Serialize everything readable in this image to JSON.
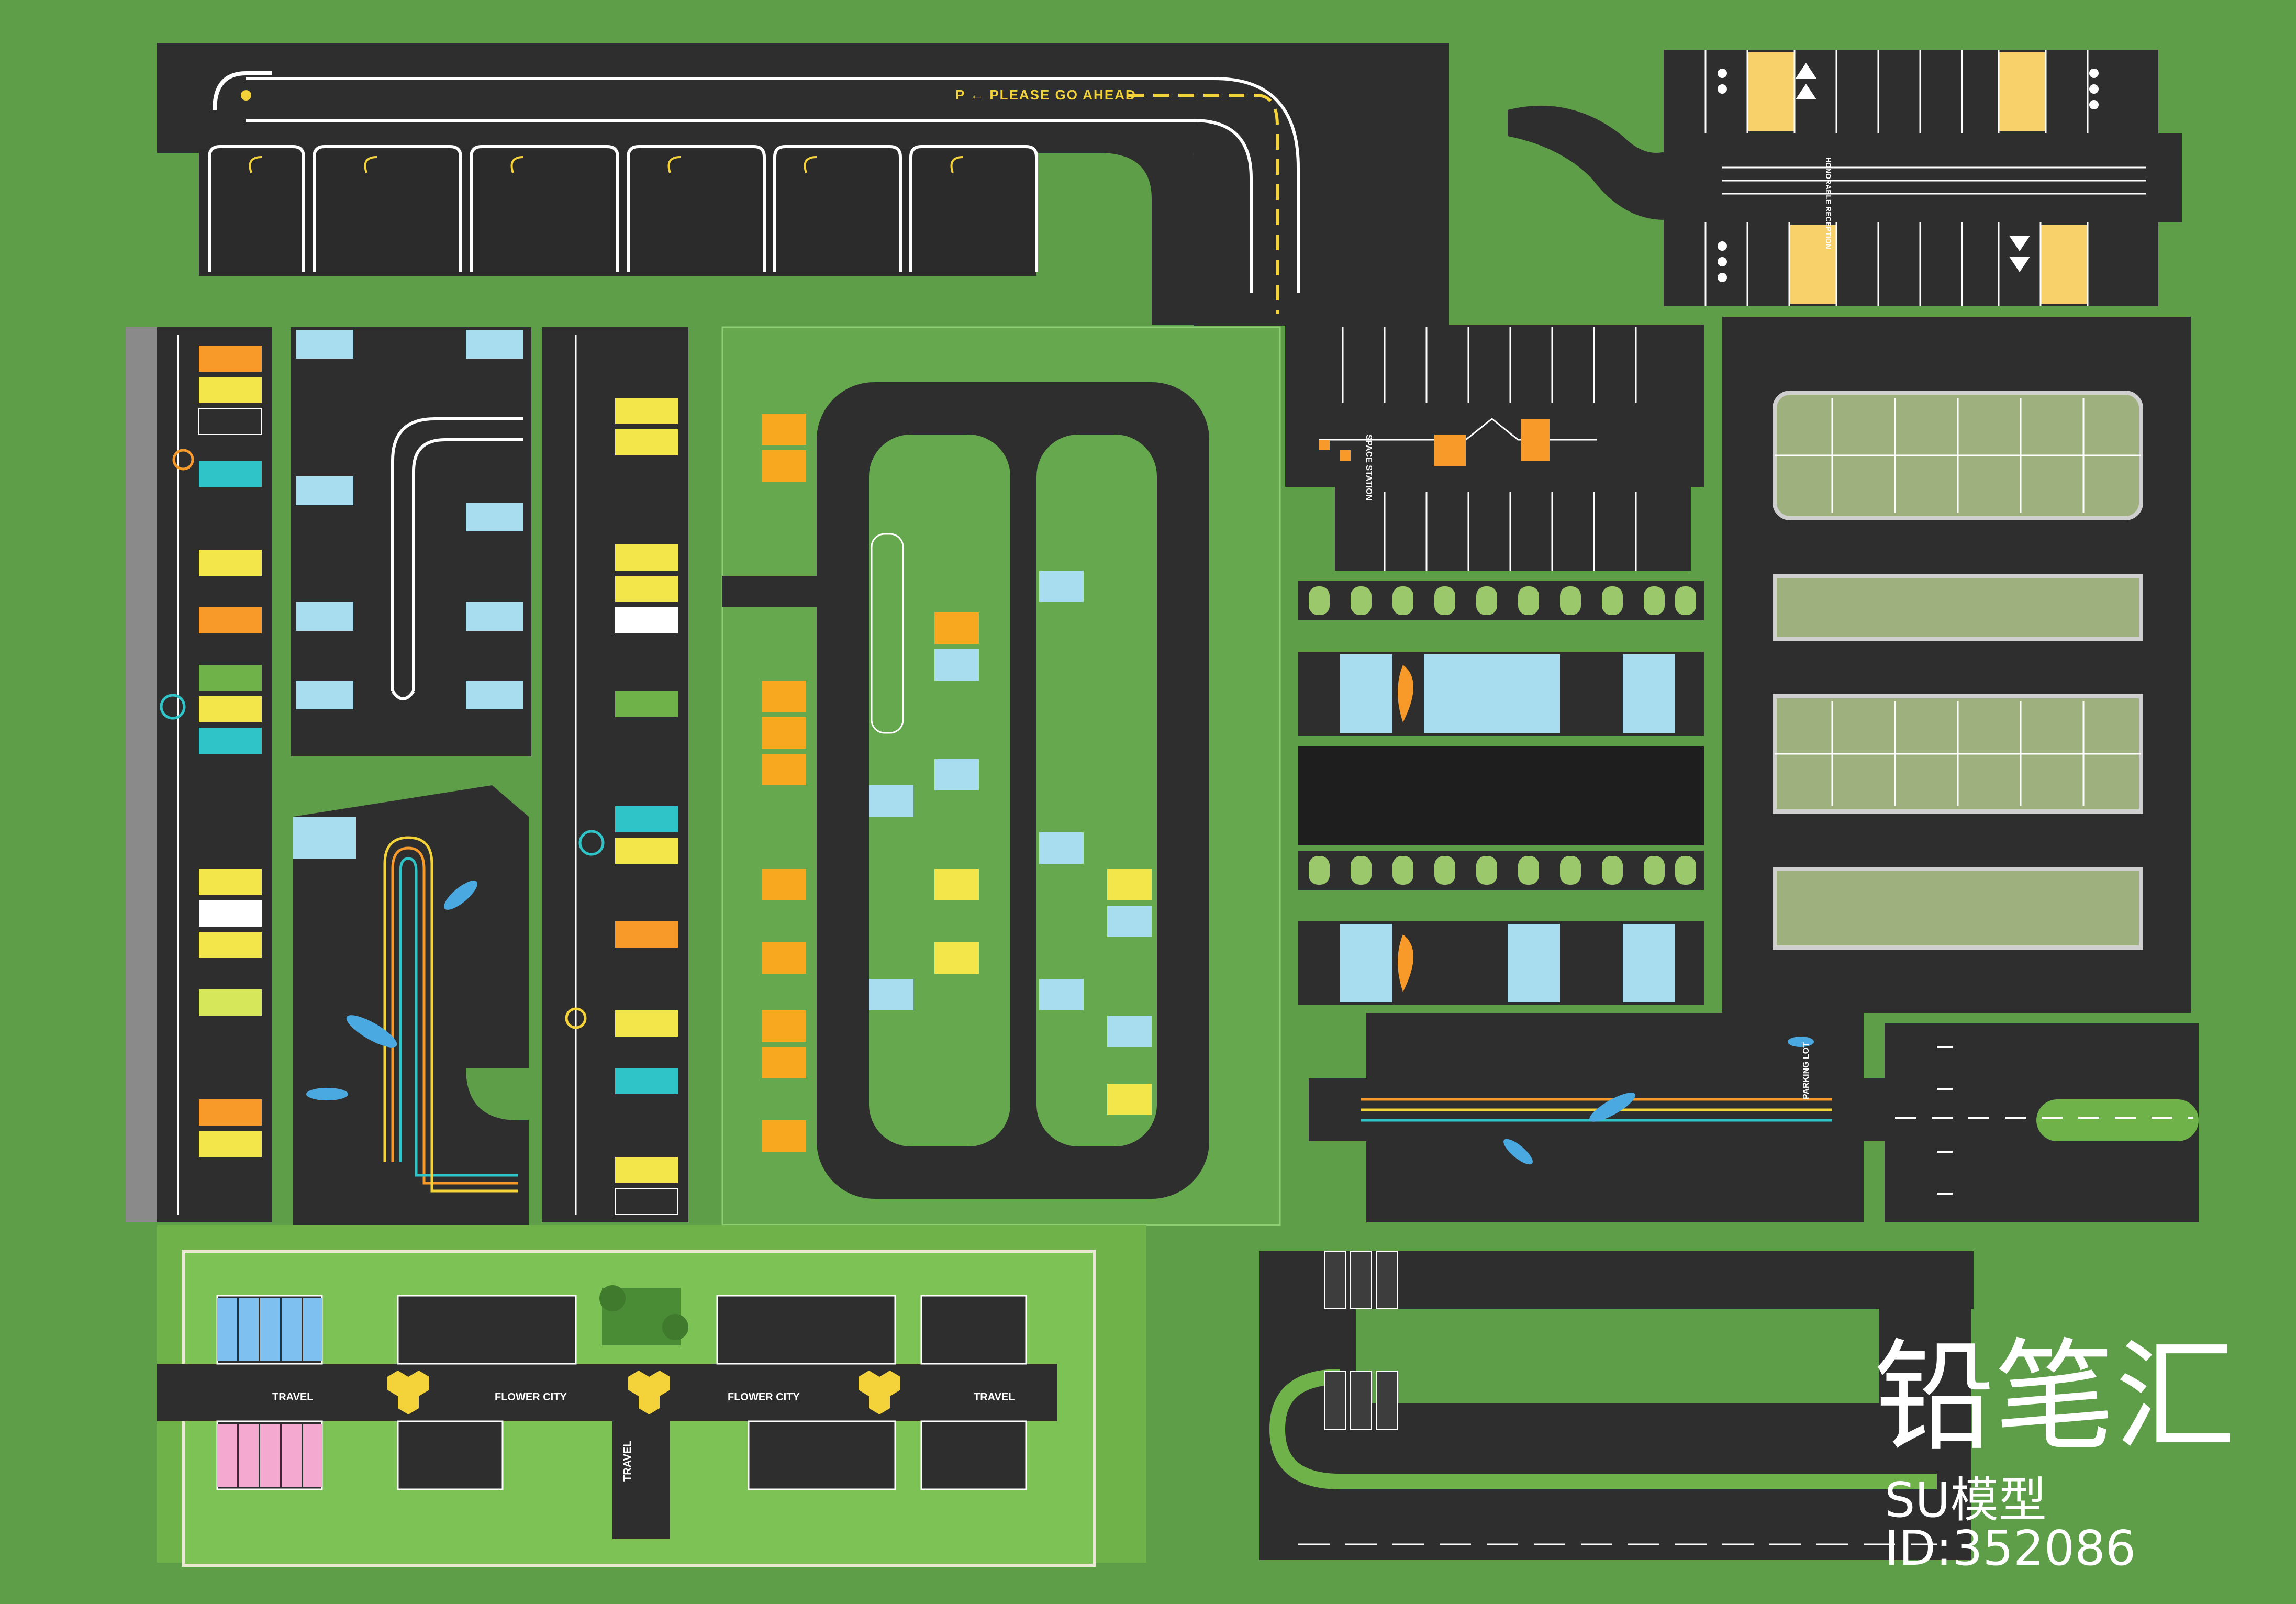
{
  "road_text": {
    "please_go_ahead": "P ← PLEASE GO AHEAD",
    "space_station": "SPACE STATION",
    "honorable_reception": "HONORABLE RECEPTION",
    "parking_lot": "PARKING LOT"
  },
  "travel_lot": {
    "signs": [
      "TRAVEL",
      "FLOWER CITY",
      "FLOWER CITY",
      "TRAVEL"
    ],
    "vertical_sign": "TRAVEL"
  },
  "brand": {
    "name": "铅笔汇",
    "model_id": "SU模型ID:352086"
  },
  "colors": {
    "grass": "#5e9e48",
    "asphalt": "#2b2b2b",
    "lane_white": "#ffffff",
    "lane_yellow": "#f3d23a",
    "orange": "#f79a2a",
    "sky_blue": "#a8dcef",
    "lime": "#d6e85a"
  }
}
